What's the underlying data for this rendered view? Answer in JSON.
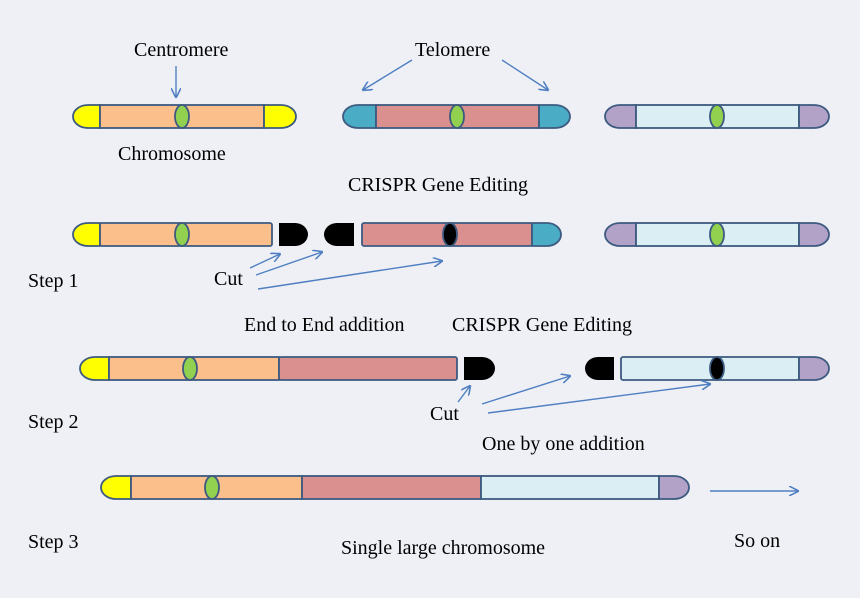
{
  "labels": {
    "centromere": "Centromere",
    "telomere": "Telomere",
    "chromosome": "Chromosome",
    "crispr_1": "CRISPR Gene Editing",
    "step1": "Step 1",
    "cut_1": "Cut",
    "end_to_end": "End to End addition",
    "crispr_2": "CRISPR Gene Editing",
    "step2": "Step 2",
    "cut_2": "Cut",
    "one_by_one": "One by one addition",
    "step3": "Step 3",
    "single_large": "Single large chromosome",
    "so_on": "So on"
  },
  "colors": {
    "yellow_telomere": "#ffff00",
    "orange_arm": "#fbbf8c",
    "pink_arm": "#d9908e",
    "teal_telomere": "#4bacc6",
    "lightblue_arm": "#dbeef4",
    "purple_telomere": "#b3a2c7",
    "green_centromere": "#92d050",
    "cut_end": "#000000",
    "arrow": "#4f7fc1"
  }
}
